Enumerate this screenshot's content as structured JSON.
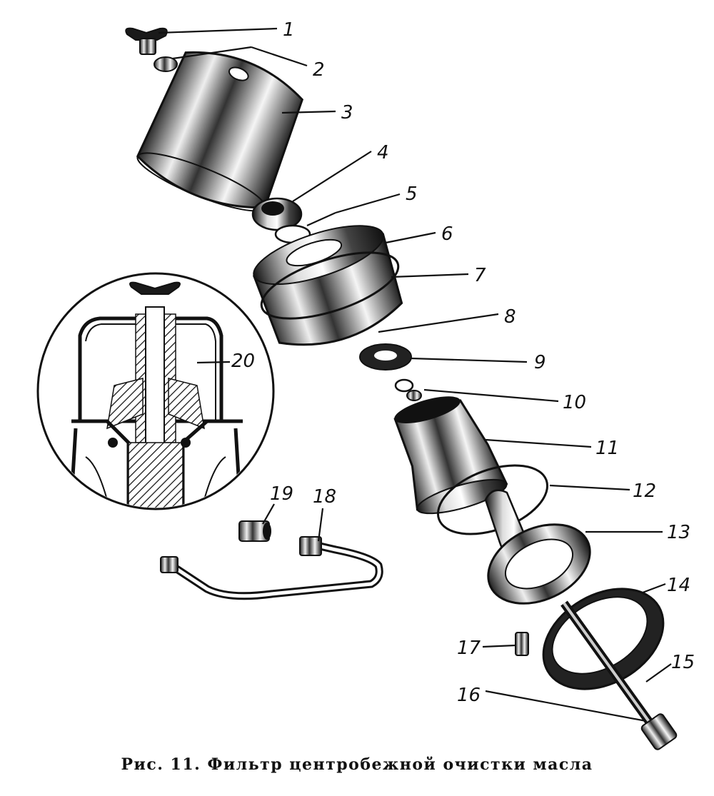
{
  "caption": "Рис. 11. Фильтр центробежной очистки масла",
  "callouts": [
    "1",
    "2",
    "3",
    "4",
    "5",
    "6",
    "7",
    "8",
    "9",
    "10",
    "11",
    "12",
    "13",
    "14",
    "15",
    "16",
    "17",
    "18",
    "19",
    "20"
  ]
}
